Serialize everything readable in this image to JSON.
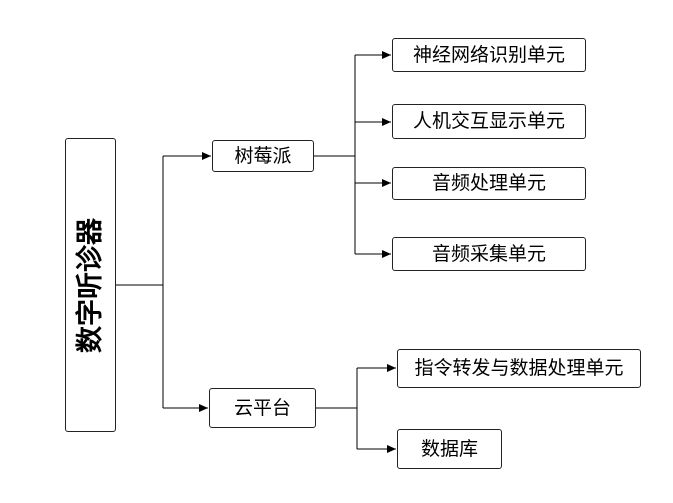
{
  "root": {
    "label": "数字听诊器"
  },
  "branches": [
    {
      "label": "树莓派",
      "children": [
        {
          "label": "神经网络识别单元"
        },
        {
          "label": "人机交互显示单元"
        },
        {
          "label": "音频处理单元"
        },
        {
          "label": "音频采集单元"
        }
      ]
    },
    {
      "label": "云平台",
      "children": [
        {
          "label": "指令转发与数据处理单元"
        },
        {
          "label": "数据库"
        }
      ]
    }
  ],
  "colors": {
    "line": "#000000",
    "border": "#222222",
    "background": "#ffffff"
  }
}
